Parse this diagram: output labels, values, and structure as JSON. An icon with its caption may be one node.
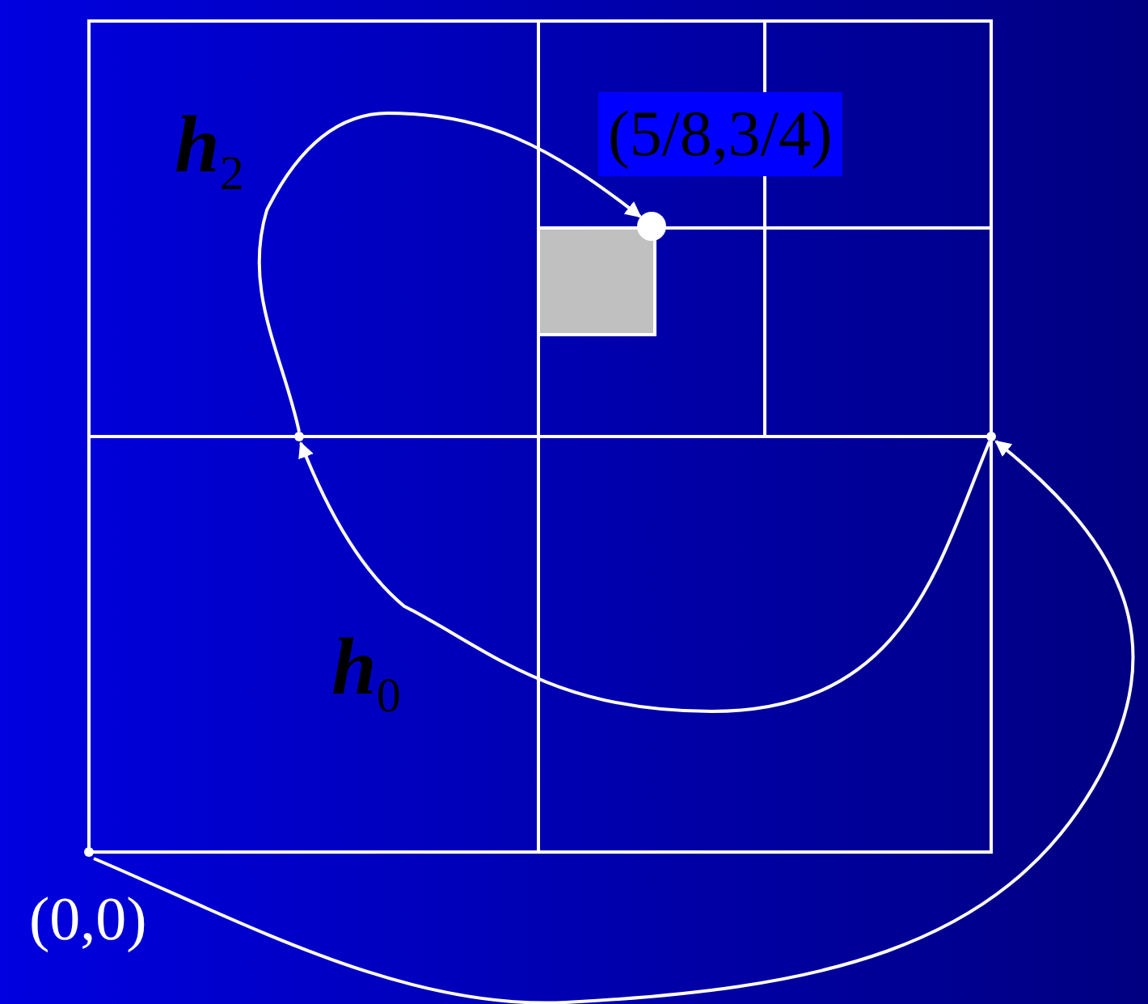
{
  "diagram": {
    "nodes": [
      {
        "text": [],
        "shape": "point",
        "beside": [
          "(0,0)"
        ]
      },
      {
        "text": [],
        "shape": "point"
      },
      {
        "text": [],
        "shape": "point"
      },
      {
        "text": [],
        "shape": "circle",
        "beside": [
          "(5/8,3/4)"
        ]
      }
    ],
    "edges": [
      {
        "from": 0,
        "to": 2,
        "arrow": "to"
      },
      {
        "from": 2,
        "to": 1,
        "arrow": "to",
        "label": "**h**$_{0}$"
      },
      {
        "from": 1,
        "to": 3,
        "arrow": "to",
        "label": "**h**$_{2}$"
      }
    ]
  }
}
